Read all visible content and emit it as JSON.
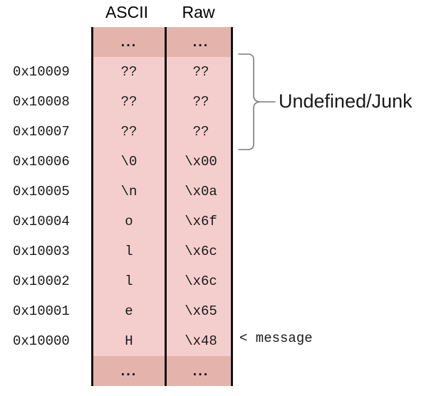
{
  "headers": {
    "address_column": "",
    "ascii": "ASCII",
    "raw": "Raw"
  },
  "rows": [
    {
      "address": "",
      "ascii": "...",
      "raw": "...",
      "kind": "ellipsis"
    },
    {
      "address": "0x10009",
      "ascii": "??",
      "raw": "??",
      "kind": "normal"
    },
    {
      "address": "0x10008",
      "ascii": "??",
      "raw": "??",
      "kind": "normal"
    },
    {
      "address": "0x10007",
      "ascii": "??",
      "raw": "??",
      "kind": "normal"
    },
    {
      "address": "0x10006",
      "ascii": "\\0",
      "raw": "\\x00",
      "kind": "normal"
    },
    {
      "address": "0x10005",
      "ascii": "\\n",
      "raw": "\\x0a",
      "kind": "normal"
    },
    {
      "address": "0x10004",
      "ascii": "o",
      "raw": "\\x6f",
      "kind": "normal"
    },
    {
      "address": "0x10003",
      "ascii": "l",
      "raw": "\\x6c",
      "kind": "normal"
    },
    {
      "address": "0x10002",
      "ascii": "l",
      "raw": "\\x6c",
      "kind": "normal"
    },
    {
      "address": "0x10001",
      "ascii": "e",
      "raw": "\\x65",
      "kind": "normal"
    },
    {
      "address": "0x10000",
      "ascii": "H",
      "raw": "\\x48",
      "kind": "normal"
    },
    {
      "address": "",
      "ascii": "...",
      "raw": "...",
      "kind": "ellipsis"
    }
  ],
  "annotations": {
    "brace_label": "Undefined/Junk",
    "message_label": "< message"
  },
  "colors": {
    "cell_normal": "#f4cecc",
    "cell_ellipsis": "#e4b4ac",
    "border": "#111111",
    "brace": "#7a7a7a",
    "text": "#1a1a1a"
  }
}
